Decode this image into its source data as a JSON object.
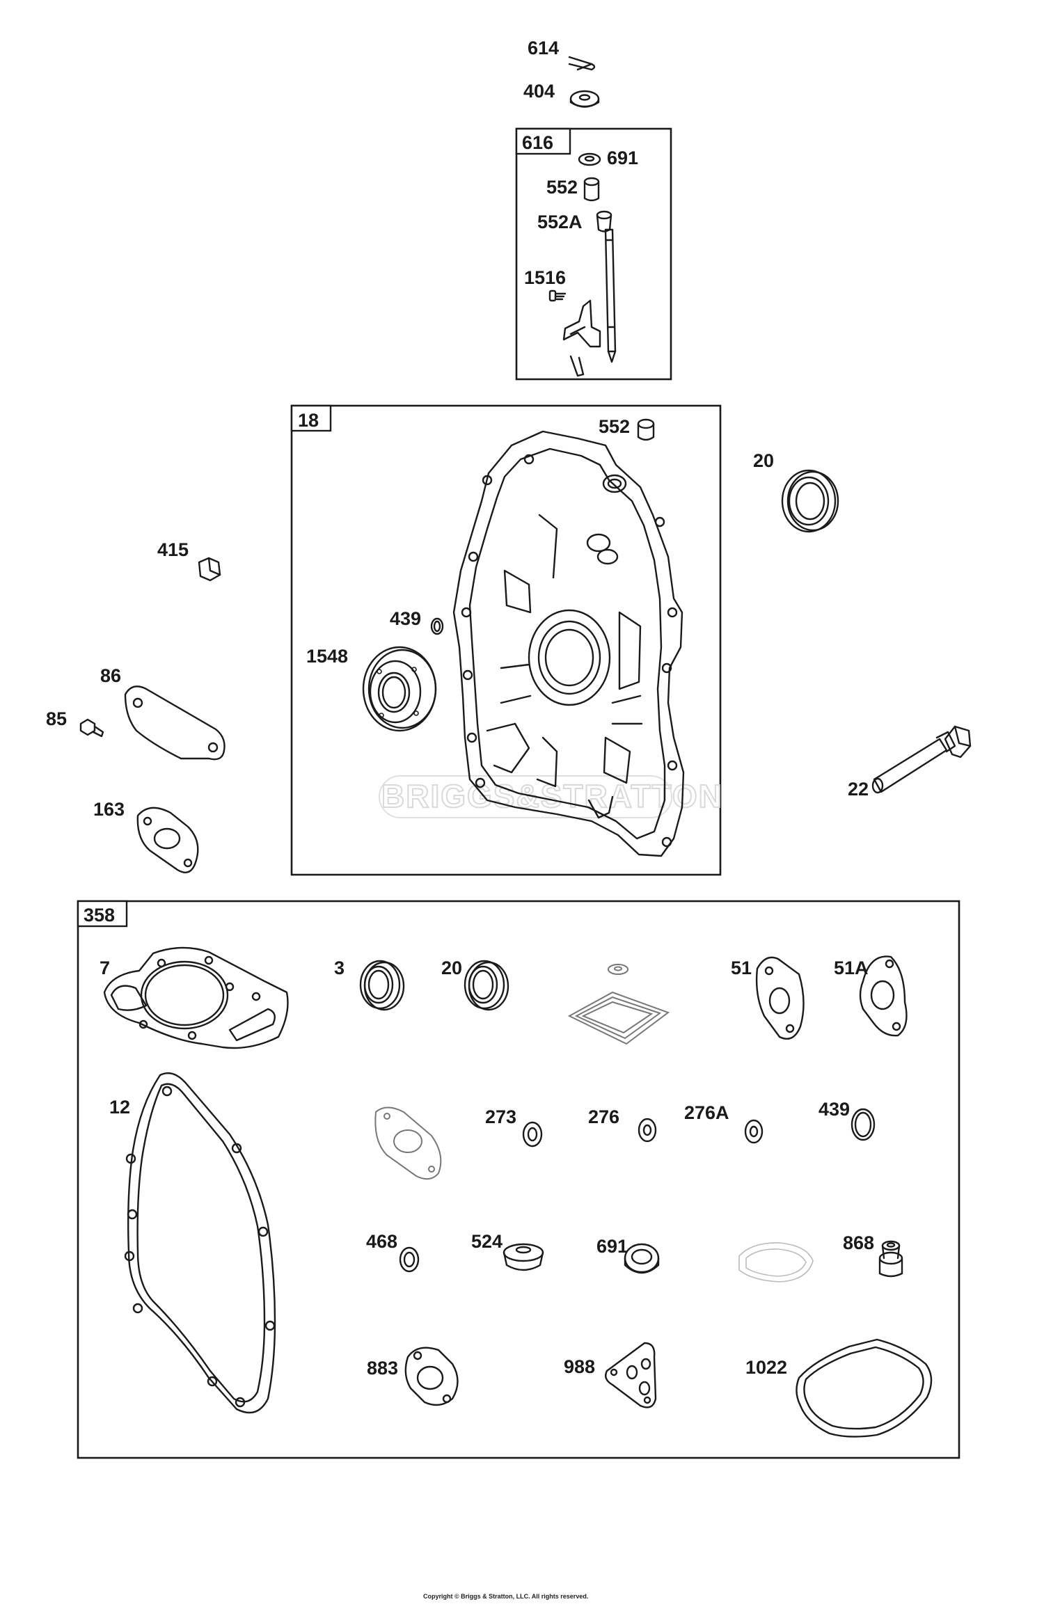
{
  "diagram": {
    "groups": [
      {
        "id": "616"
      },
      {
        "id": "18"
      },
      {
        "id": "358"
      }
    ],
    "callouts": {
      "c614": "614",
      "c404": "404",
      "c691a": "691",
      "c552a": "552",
      "c552A": "552A",
      "c1516": "1516",
      "c552b": "552",
      "c20a": "20",
      "c415": "415",
      "c439a": "439",
      "c1548": "1548",
      "c86": "86",
      "c85": "85",
      "c163": "163",
      "c22": "22",
      "c7": "7",
      "c3": "3",
      "c20b": "20",
      "c51": "51",
      "c51A": "51A",
      "c12": "12",
      "c273": "273",
      "c276": "276",
      "c276A": "276A",
      "c439b": "439",
      "c468": "468",
      "c524": "524",
      "c691b": "691",
      "c868": "868",
      "c883": "883",
      "c988": "988",
      "c1022": "1022"
    },
    "watermark": "BRIGGS&STRATTON",
    "copyright": "Copyright © Briggs & Stratton, LLC. All rights reserved."
  }
}
